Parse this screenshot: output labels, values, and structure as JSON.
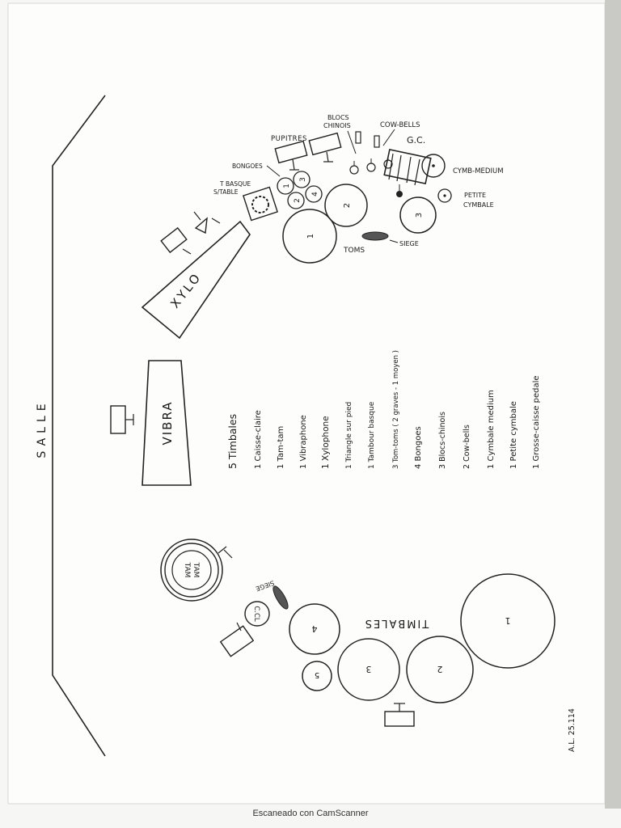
{
  "hall_label": "SALLE",
  "instrument_list": [
    "5 Timbales",
    "1 Caisse-claire",
    "1 Tam-tam",
    "1 Vibraphone",
    "1 Xylophone",
    "1 Triangle sur pied",
    "1 Tambour basque",
    "3 Tom-toms ( 2 graves - 1 moyen )",
    "4 Bongoes",
    "3 Blocs-chinois",
    "2 Cow-bells",
    "1 Cymbale medium",
    "1 Petite cymbale",
    "1 Grosse-caisse pedale"
  ],
  "labels": {
    "pupitres": "PUPITRES",
    "blocs_chinois_1": "BLOCS",
    "blocs_chinois_2": "CHINOIS",
    "cow_bells": "COW-BELLS",
    "gc": "G.C.",
    "cymb_medium": "CYMB-MEDIUM",
    "petite_cymbale_1": "PETITE",
    "petite_cymbale_2": "CYMBALE",
    "bongoes": "BONGOES",
    "t_basque_1": "T BASQUE",
    "t_basque_2": "S/TABLE",
    "xylo": "XYLO",
    "vibra": "VIBRA",
    "toms": "TOMS",
    "siege_right": "SIEGE",
    "siege_left": "SIEGE",
    "timbales": "TIMBALES",
    "ccl": "C.CL",
    "tam_tam_1": "TAM",
    "tam_tam_2": "TAM",
    "reference": "A.L. 25.114"
  },
  "numbers": {
    "tom_1": "1",
    "tom_2": "2",
    "tom_3": "3",
    "bongo_1": "1",
    "bongo_2": "2",
    "bongo_3": "3",
    "bongo_4": "4",
    "timbale_1": "1",
    "timbale_2": "2",
    "timbale_3": "3",
    "timbale_4": "4",
    "timbale_5": "5"
  },
  "footer": "Escaneado con CamScanner"
}
